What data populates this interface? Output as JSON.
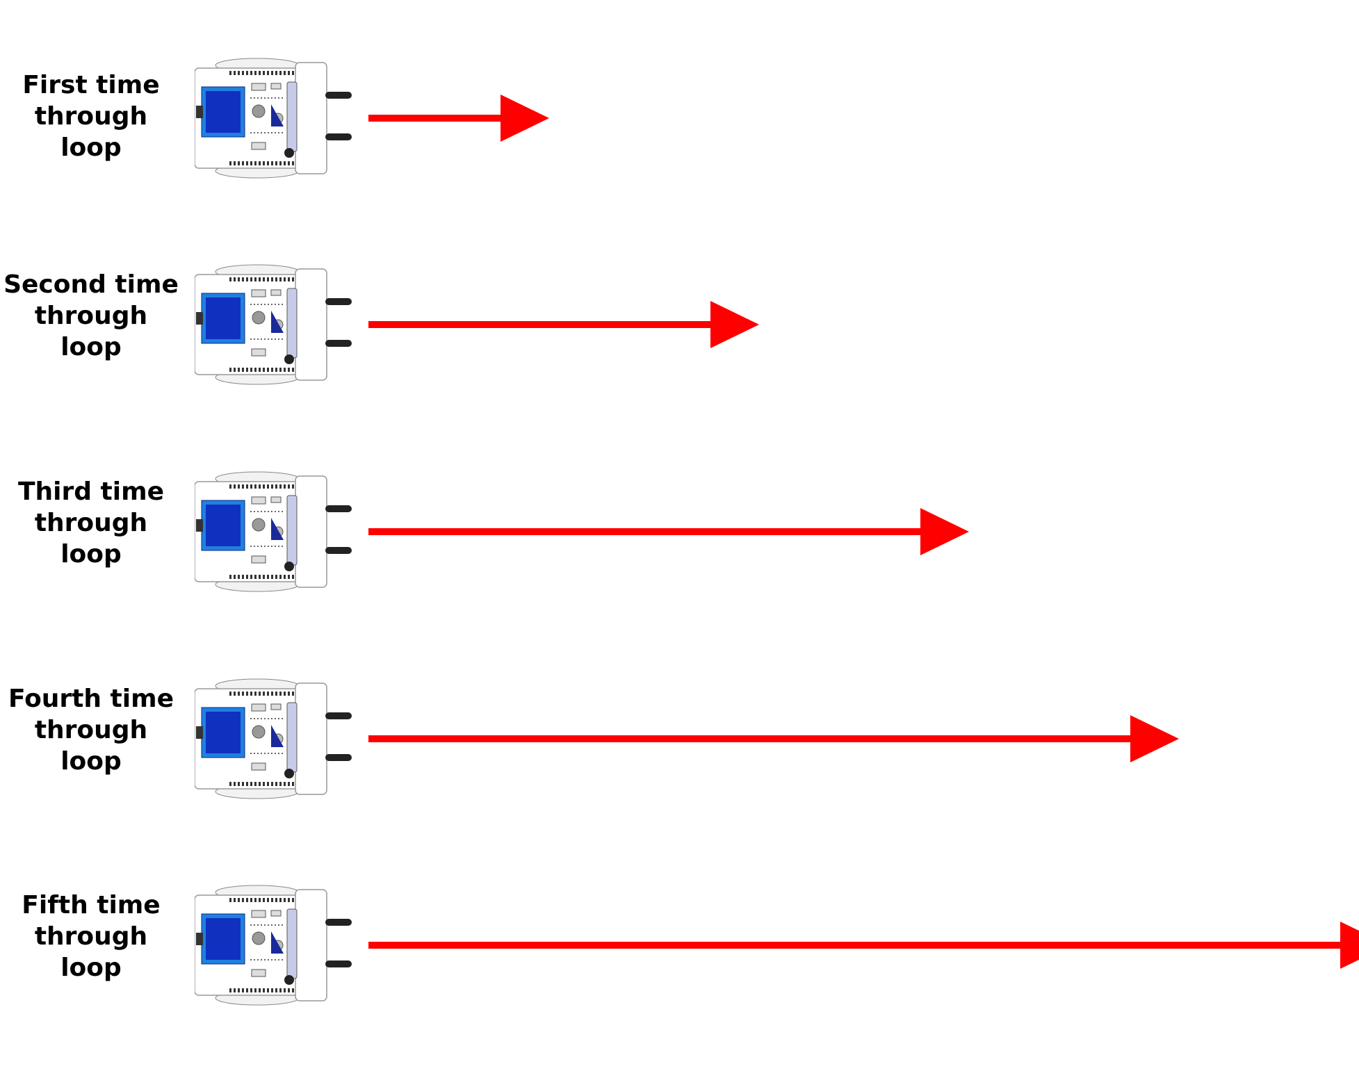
{
  "rows": [
    {
      "label": "First time\nthrough\nloop",
      "arrow_length": 1
    },
    {
      "label": "Second time\nthrough loop",
      "arrow_length": 2
    },
    {
      "label": "Third time\nthrough loop",
      "arrow_length": 3
    },
    {
      "label": "Fourth time\nthrough loop",
      "arrow_length": 4
    },
    {
      "label": "Fifth time\nthrough loop",
      "arrow_length": 5
    }
  ],
  "colors": {
    "arrow": "#ff0000",
    "pcb_blue": "#1030c0",
    "pcb_outline": "#2080e0",
    "sensor": "#222222"
  },
  "icons": {
    "robot": "robot-top-view-icon",
    "arrow": "right-arrow-icon"
  }
}
